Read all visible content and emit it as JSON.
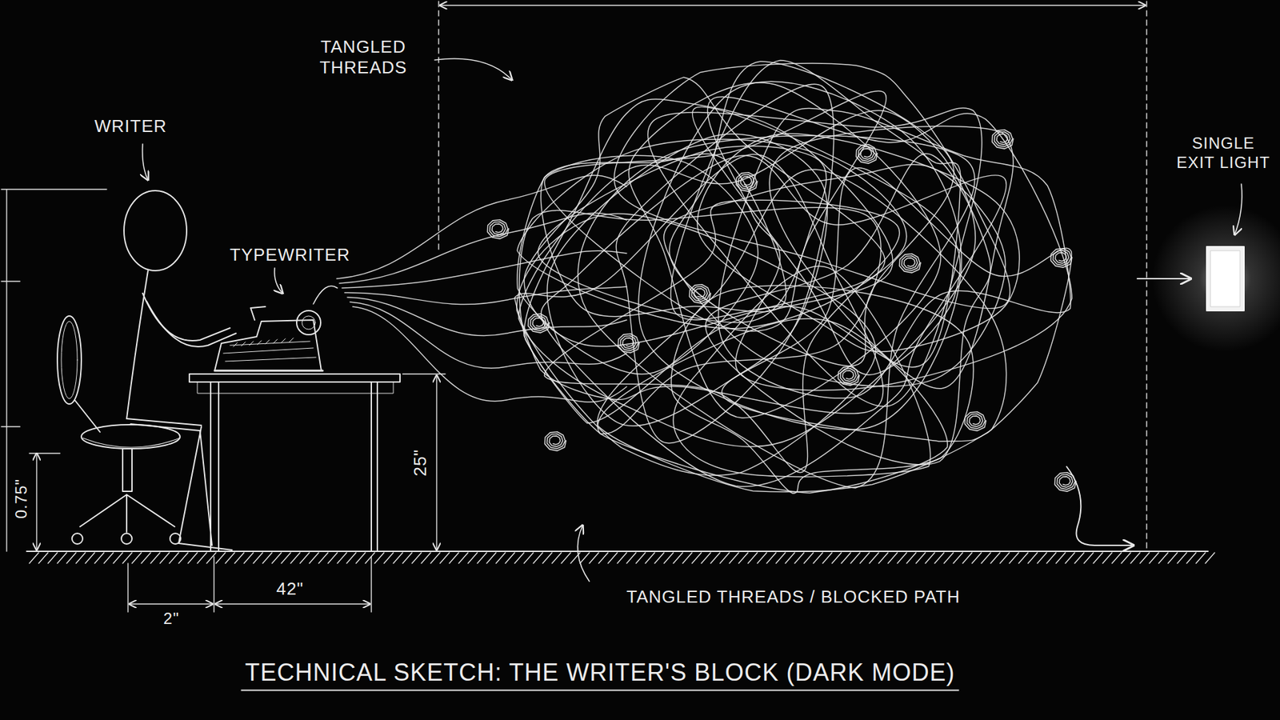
{
  "diagram": {
    "title": "TECHNICAL SKETCH: THE WRITER'S BLOCK (DARK MODE)",
    "labels": [
      "TANGLED THREADS",
      "WRITER",
      "TYPEWRITER",
      "SINGLE EXIT LIGHT",
      "0.75\"",
      "25\"",
      "2\"",
      "42\"",
      "TANGLED THREADS / BLOCKED PATH"
    ]
  }
}
